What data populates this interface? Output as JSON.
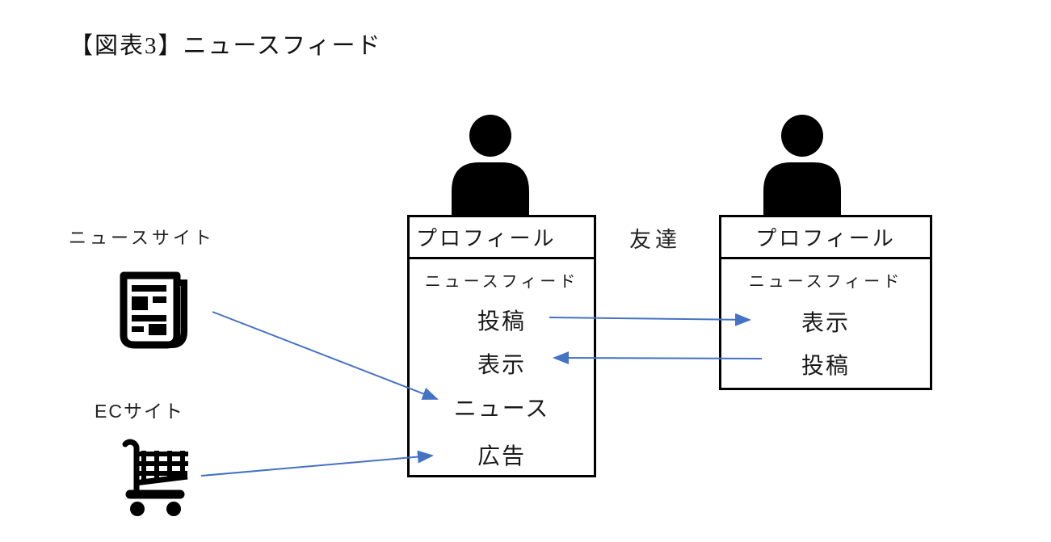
{
  "title": "【図表3】ニュースフィード",
  "friend_label": "友達",
  "sources": {
    "news_site": {
      "label": "ニュースサイト",
      "icon": "newspaper-icon"
    },
    "ec_site": {
      "label": "ECサイト",
      "icon": "shopping-cart-icon"
    }
  },
  "left_profile": {
    "header": "プロフィール",
    "feed_title": "ニュースフィード",
    "items": [
      "投稿",
      "表示",
      "ニュース",
      "広告"
    ],
    "owner_icon": "person-icon"
  },
  "right_profile": {
    "header": "プロフィール",
    "feed_title": "ニュースフィード",
    "items": [
      "表示",
      "投稿"
    ],
    "owner_icon": "person-icon"
  },
  "connections": [
    {
      "from": "left_profile 投稿",
      "to": "right_profile 表示"
    },
    {
      "from": "right_profile 投稿",
      "to": "left_profile 表示"
    },
    {
      "from": "news_site",
      "to": "left_profile ニュース"
    },
    {
      "from": "ec_site",
      "to": "left_profile 広告"
    }
  ],
  "colors": {
    "arrow": "#4472C4",
    "ink": "#000000"
  }
}
